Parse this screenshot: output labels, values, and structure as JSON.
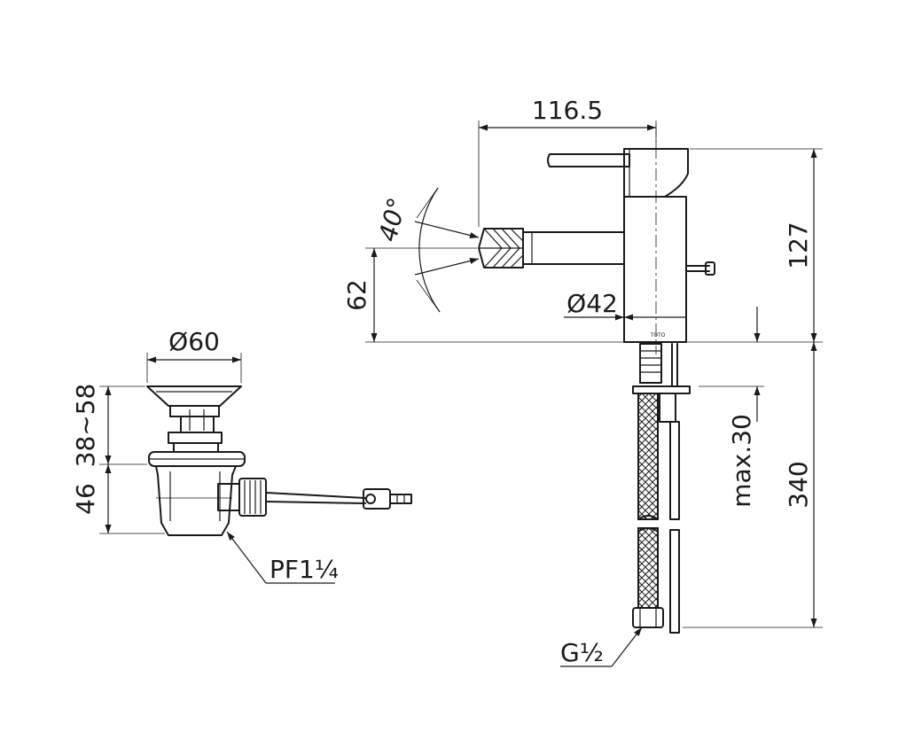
{
  "drawing": {
    "dimensions": {
      "spout_reach": "116.5",
      "total_height": "127",
      "angle": "40°",
      "spout_height": "62",
      "body_diameter": "Ø42",
      "deck_thickness": "max.30",
      "hose_length": "340",
      "waste_diameter": "Ø60",
      "waste_range": "38~58",
      "waste_lower": "46",
      "waste_thread": "PF1¼",
      "hose_thread": "G½"
    },
    "logo_text": "TOTO"
  }
}
